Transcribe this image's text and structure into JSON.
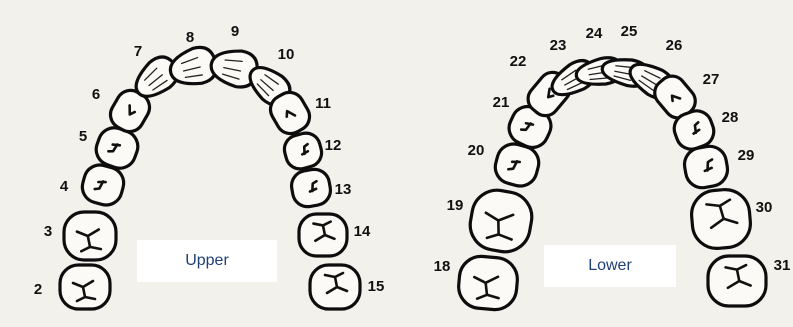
{
  "arches": [
    {
      "id": "upper",
      "label": "Upper",
      "teeth": [
        {
          "number": "2",
          "type": "molar"
        },
        {
          "number": "3",
          "type": "molar"
        },
        {
          "number": "4",
          "type": "premolar"
        },
        {
          "number": "5",
          "type": "premolar"
        },
        {
          "number": "6",
          "type": "canine"
        },
        {
          "number": "7",
          "type": "incisor"
        },
        {
          "number": "8",
          "type": "incisor"
        },
        {
          "number": "9",
          "type": "incisor"
        },
        {
          "number": "10",
          "type": "incisor"
        },
        {
          "number": "11",
          "type": "canine"
        },
        {
          "number": "12",
          "type": "premolar"
        },
        {
          "number": "13",
          "type": "premolar"
        },
        {
          "number": "14",
          "type": "molar"
        },
        {
          "number": "15",
          "type": "molar"
        }
      ]
    },
    {
      "id": "lower",
      "label": "Lower",
      "teeth": [
        {
          "number": "18",
          "type": "molar"
        },
        {
          "number": "19",
          "type": "molar"
        },
        {
          "number": "20",
          "type": "premolar"
        },
        {
          "number": "21",
          "type": "premolar"
        },
        {
          "number": "22",
          "type": "canine"
        },
        {
          "number": "23",
          "type": "incisor"
        },
        {
          "number": "24",
          "type": "incisor"
        },
        {
          "number": "25",
          "type": "incisor"
        },
        {
          "number": "26",
          "type": "incisor"
        },
        {
          "number": "27",
          "type": "canine"
        },
        {
          "number": "28",
          "type": "premolar"
        },
        {
          "number": "29",
          "type": "premolar"
        },
        {
          "number": "30",
          "type": "molar"
        },
        {
          "number": "31",
          "type": "molar"
        }
      ]
    }
  ]
}
